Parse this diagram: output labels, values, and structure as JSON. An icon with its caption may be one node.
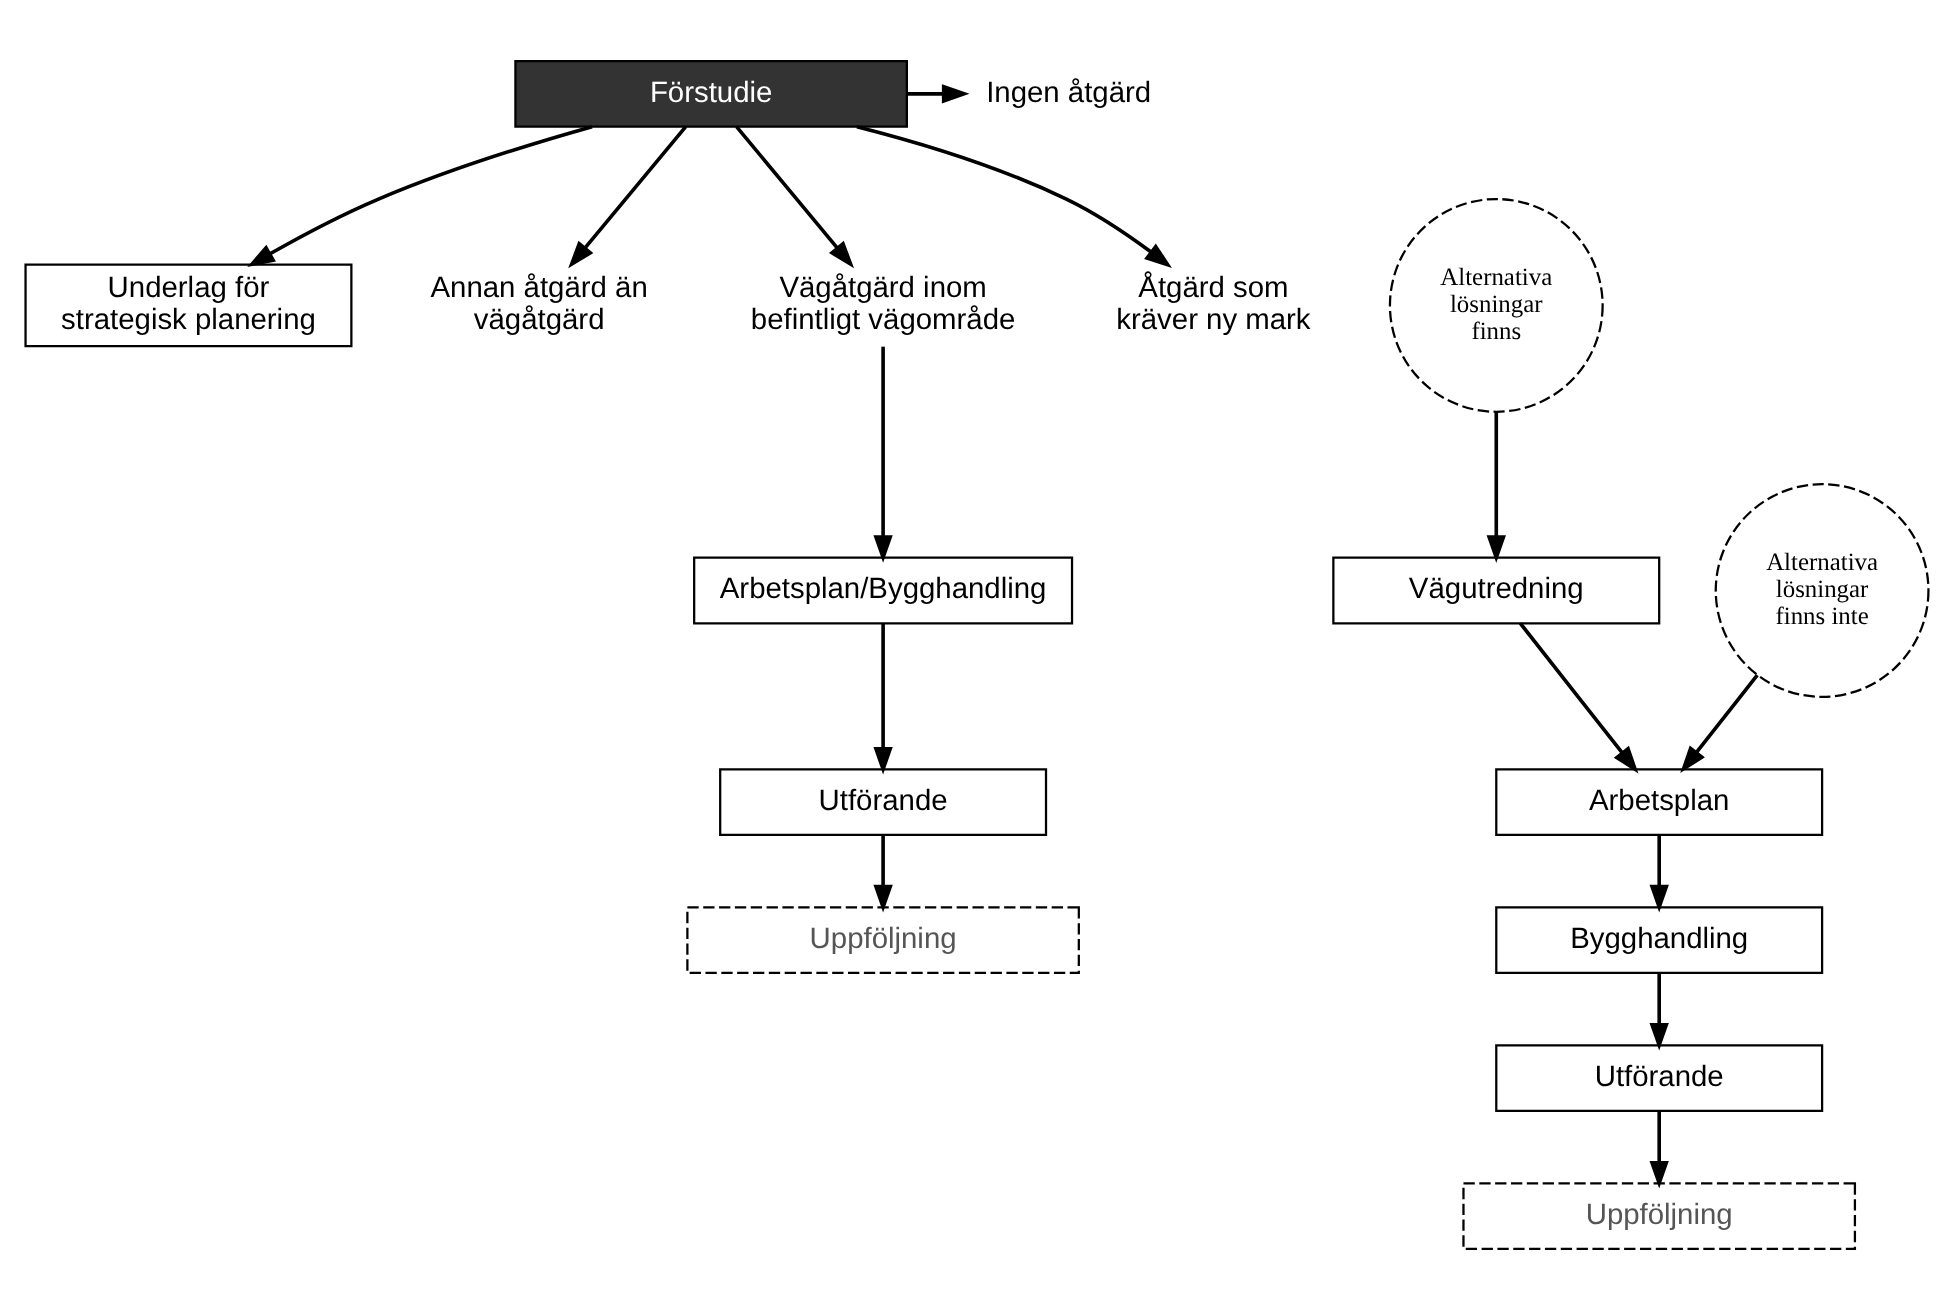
{
  "diagram": {
    "nodes": [
      {
        "text": [
          "Förstudie"
        ]
      },
      {
        "text": [
          "Underlag för strategisk planering"
        ]
      },
      {
        "text": [
          "Ingen åtgärd"
        ]
      },
      {
        "text": [
          "Annan åtgärd än vägåtgärd"
        ]
      },
      {
        "text": [
          "Vägåtgärd inom befintligt vägområde"
        ]
      },
      {
        "text": [
          "Åtgärd som kräver ny mark"
        ]
      },
      {
        "text": [
          "Alternativa lösningar finns"
        ]
      },
      {
        "text": [
          "Vägutredning"
        ]
      },
      {
        "text": [
          "Alternativa lösningar finns inte"
        ]
      },
      {
        "text": [
          "Arbetsplan"
        ]
      },
      {
        "text": [
          "Arbetsplan/Bygghandling"
        ]
      },
      {
        "text": [
          "Utförande"
        ]
      },
      {
        "text": [
          "Uppföljning"
        ]
      },
      {
        "text": [
          "Bygghandling"
        ]
      },
      {
        "text": [
          "Utförande"
        ]
      },
      {
        "text": [
          "Uppföljning"
        ]
      }
    ],
    "edges": [
      {
        "from": 0,
        "to": 1,
        "arrow": "to"
      },
      {
        "from": 0,
        "to": 2,
        "arrow": "to"
      },
      {
        "from": 0,
        "to": 3,
        "arrow": "to"
      },
      {
        "from": 0,
        "to": 4,
        "arrow": "to"
      },
      {
        "from": 0,
        "to": 5,
        "arrow": "to"
      },
      {
        "from": 4,
        "to": 10,
        "arrow": "to"
      },
      {
        "from": 10,
        "to": 11,
        "arrow": "to"
      },
      {
        "from": 11,
        "to": 12,
        "arrow": "to"
      },
      {
        "from": 6,
        "to": 7,
        "arrow": "to"
      },
      {
        "from": 8,
        "to": 9,
        "arrow": "to"
      },
      {
        "from": 7,
        "to": 9,
        "arrow": "to"
      },
      {
        "from": 9,
        "to": 13,
        "arrow": "to"
      },
      {
        "from": 13,
        "to": 14,
        "arrow": "to"
      },
      {
        "from": 14,
        "to": 15,
        "arrow": "to"
      }
    ]
  }
}
